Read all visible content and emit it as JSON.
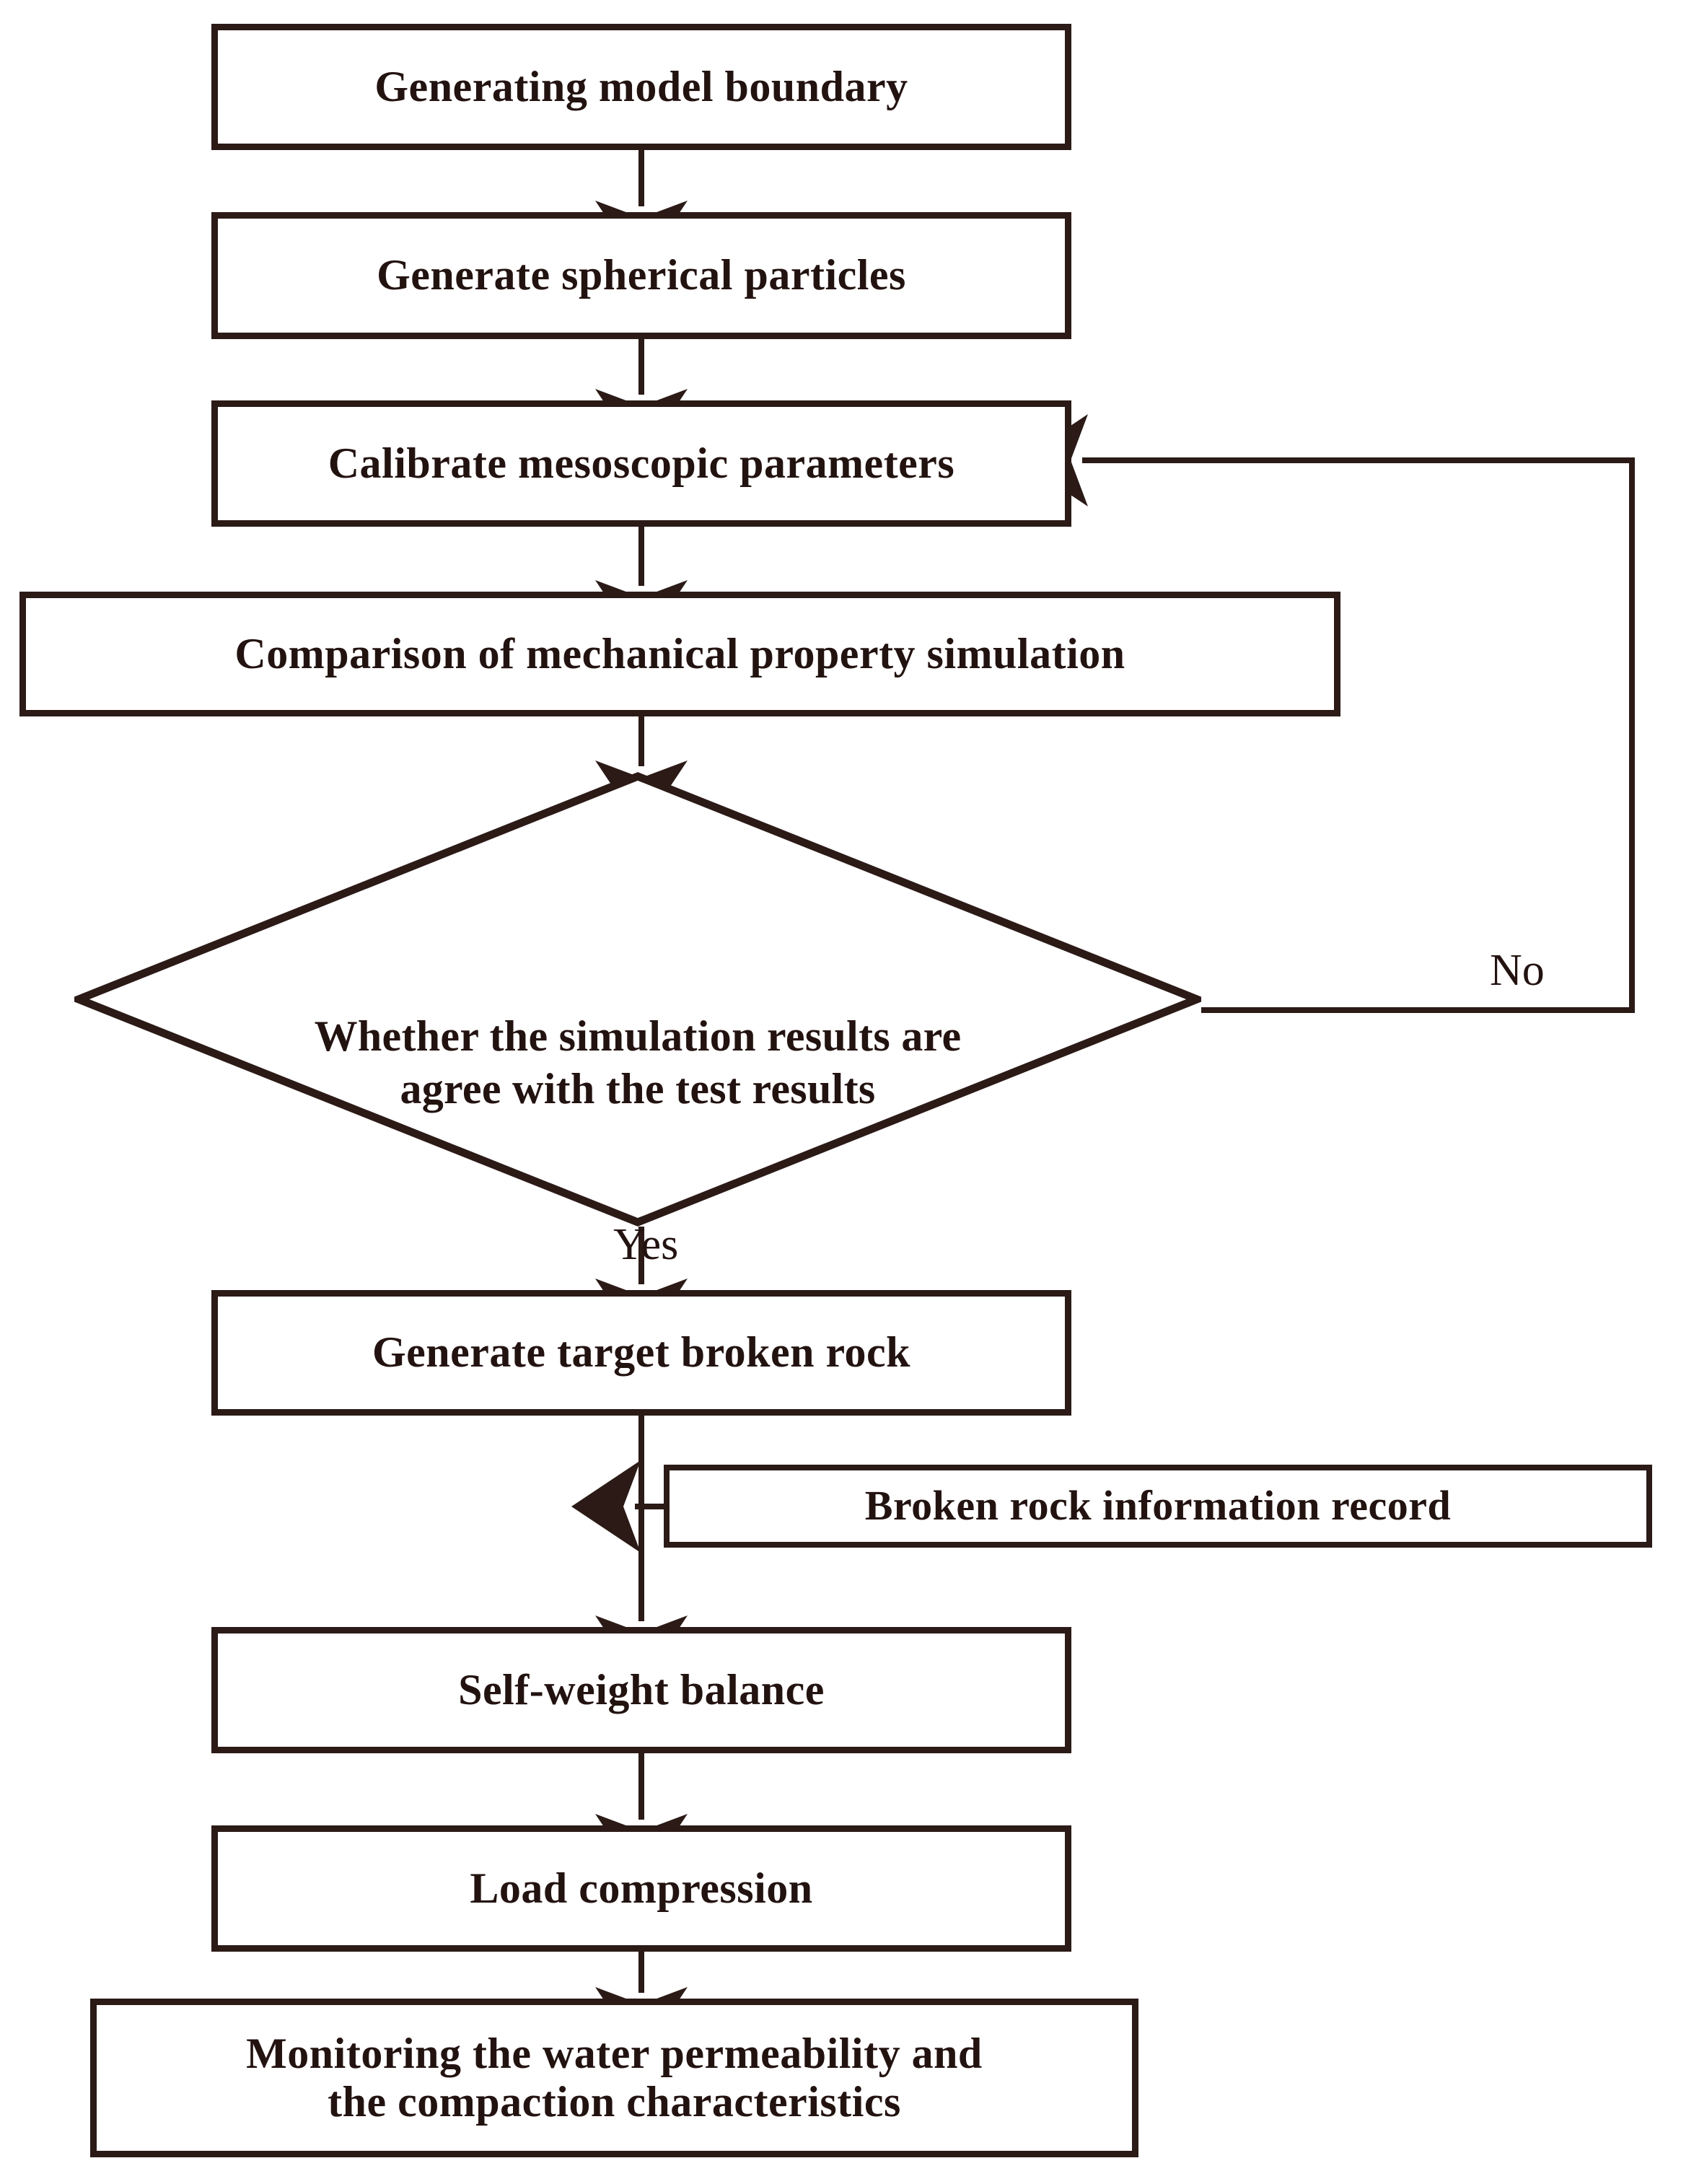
{
  "diagram": {
    "title": "Broken rock DEM simulation workflow flowchart",
    "type": "flowchart",
    "colors": {
      "stroke": "#2b1a16",
      "text": "#231310",
      "background": "#ffffff"
    },
    "nodes": [
      {
        "id": "generate-boundary",
        "shape": "process",
        "label": "Generating model boundary"
      },
      {
        "id": "generate-particles",
        "shape": "process",
        "label": "Generate spherical particles"
      },
      {
        "id": "calibrate",
        "shape": "process",
        "label": "Calibrate mesoscopic parameters"
      },
      {
        "id": "comparison",
        "shape": "process",
        "label": "Comparison of mechanical property simulation"
      },
      {
        "id": "decision",
        "shape": "decision",
        "label_line1": "Whether the simulation results are",
        "label_line2": "agree with the test results"
      },
      {
        "id": "target-rock",
        "shape": "process",
        "label": "Generate target broken rock"
      },
      {
        "id": "rock-record",
        "shape": "process",
        "label": "Broken rock information record"
      },
      {
        "id": "self-weight",
        "shape": "process",
        "label": "Self-weight balance"
      },
      {
        "id": "load-compression",
        "shape": "process",
        "label": "Load compression"
      },
      {
        "id": "monitoring",
        "shape": "process",
        "label_line1": "Monitoring the water permeability and",
        "label_line2": "the compaction characteristics"
      }
    ],
    "edge_labels": {
      "no": "No",
      "yes": "Yes"
    },
    "edges": [
      {
        "from": "generate-boundary",
        "to": "generate-particles",
        "label": ""
      },
      {
        "from": "generate-particles",
        "to": "calibrate",
        "label": ""
      },
      {
        "from": "calibrate",
        "to": "comparison",
        "label": ""
      },
      {
        "from": "comparison",
        "to": "decision",
        "label": ""
      },
      {
        "from": "decision",
        "to": "calibrate",
        "label": "No"
      },
      {
        "from": "decision",
        "to": "target-rock",
        "label": "Yes"
      },
      {
        "from": "target-rock",
        "to": "self-weight",
        "label": ""
      },
      {
        "from": "rock-record",
        "to": "target-rock",
        "label": ""
      },
      {
        "from": "self-weight",
        "to": "load-compression",
        "label": ""
      },
      {
        "from": "load-compression",
        "to": "monitoring",
        "label": ""
      }
    ]
  }
}
